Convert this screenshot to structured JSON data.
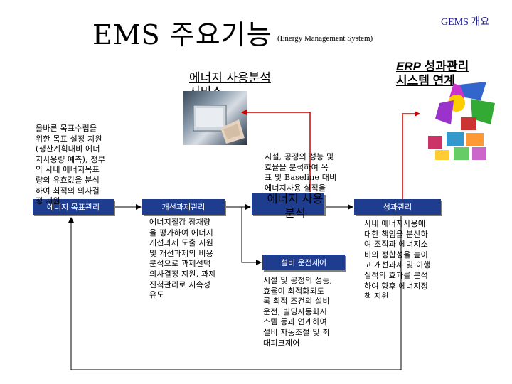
{
  "title": {
    "main": "EMS 주요기능",
    "sub": "(Energy Management System)"
  },
  "corner_label": "GEMS 개요",
  "erp_title": {
    "line1_bold_italic": "ERP",
    "line1_rest": " 성과관리",
    "line2": "시스템 연계"
  },
  "analysis_service_title": {
    "line1": "에너지 사용분석",
    "line2": "서비스"
  },
  "boxes": {
    "target": "에너지 목표관리",
    "improve": "개선과제관리",
    "usage_analysis": {
      "line1": "에너지 사용",
      "line2": "분석"
    },
    "performance": "성과관리",
    "equipment": "설비 운전제어"
  },
  "notes": {
    "target": [
      "올바른 목표수립을",
      "위한 목표 설정 지원",
      "(생산계획대비 에너",
      "지사용량 예측), 정부",
      "와 사내 에너지목표",
      "량의 유효값을 분석",
      "하여 최적의 의사결",
      "정 지원"
    ],
    "improve": [
      "에너지절감 잠재량",
      "을 평가하여 에너지",
      "개선과제 도출 지원",
      "및 개선과제의 비용",
      "분석으로 과제선택",
      "의사결정 지원, 과제",
      "진척관리로 지속성",
      "유도"
    ],
    "analysis": [
      "시설, 공정의 성능 및",
      "효율을 분석하여 목",
      "표 및 Baseline 대비",
      "에너지사용 실적을"
    ],
    "performance": [
      "사내 에너지사용에",
      "대한 책임을 분산하",
      "여 조직과 에너지소",
      "비의 정합성을 높이",
      "고 개선과제 및 이행",
      "실적의 효과를 분석",
      "하여 향후 에너지정",
      "책 지원"
    ],
    "equipment": [
      "시설 및 공정의 성능,",
      "효율이 최적화되도",
      "록 최적 조건의 설비",
      "운전, 빌딩자동화시",
      "스템 등과 연계하여",
      "설비 자동조절 및 최",
      "대피크제어"
    ]
  },
  "colors": {
    "box_fill": "#1f3d8f",
    "arrow_red": "#cc0000",
    "line_black": "#000000"
  }
}
